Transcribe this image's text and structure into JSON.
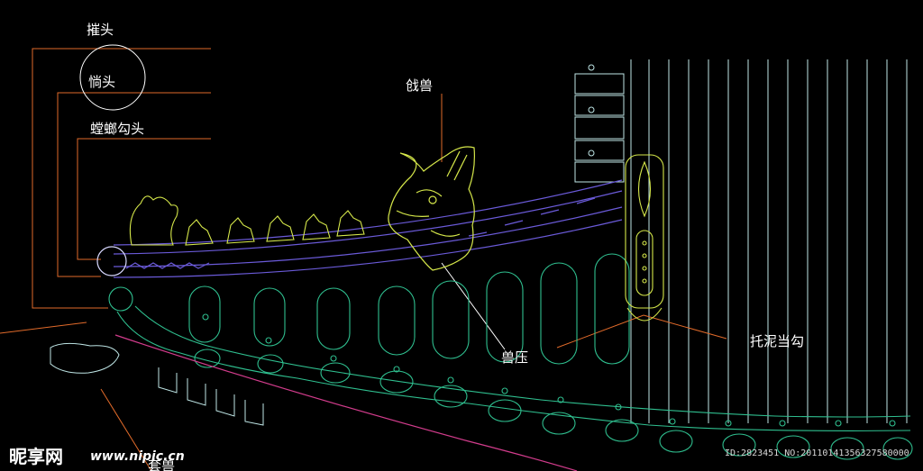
{
  "labels": {
    "chetou": "摧头",
    "tiaotou": "惝头",
    "tanglang": "螳螂勾头",
    "qianshou": "戗兽",
    "shouya": "兽压",
    "tuoni": "托泥当勾",
    "bottom": "套兽"
  },
  "watermark": {
    "logo": "昵享网",
    "url": "www.nipic.cn",
    "id": "ID:2823451 NO:20110141356327580000"
  },
  "colors": {
    "background": "#000000",
    "leader": "#e06a2a",
    "tile": "#2fbf8f",
    "ornament": "#d6e84a",
    "ridge": "#6a5ad8",
    "rafter": "#bfe6e6",
    "eave": "#d23c8c",
    "label": "#ffffff"
  }
}
